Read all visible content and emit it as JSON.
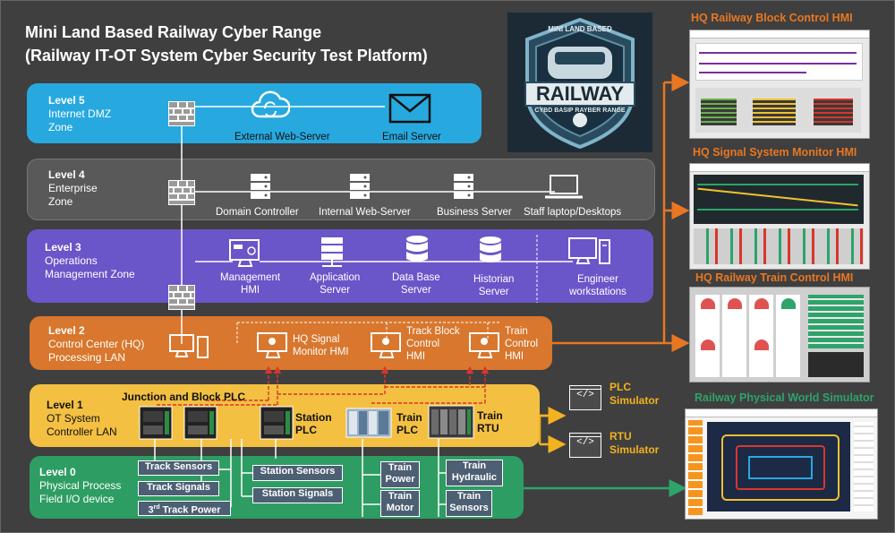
{
  "title": {
    "line1": "Mini Land Based Railway Cyber Range",
    "line2": "(Railway IT-OT System Cyber Security Test Platform)"
  },
  "logo": {
    "top_text": "MINI LAND BASED",
    "main_text": "RAILWAY",
    "sub_text": "CYBD BASIP RAYBER RANGE"
  },
  "levels": {
    "l5": {
      "name": "Level 5",
      "desc1": "Internet DMZ",
      "desc2": "Zone",
      "items": {
        "web": "External Web-Server",
        "mail": "Email Server"
      }
    },
    "l4": {
      "name": "Level 4",
      "desc1": "Enterprise",
      "desc2": "Zone",
      "items": {
        "dc": "Domain Controller",
        "iweb": "Internal Web-Server",
        "biz": "Business Server",
        "staff": "Staff laptop/Desktops"
      }
    },
    "l3": {
      "name": "Level 3",
      "desc1": "Operations",
      "desc2": "Management Zone",
      "items": {
        "mgmt1": "Management",
        "mgmt2": "HMI",
        "app1": "Application",
        "app2": "Server",
        "db1": "Data Base",
        "db2": "Server",
        "hist1": "Historian",
        "hist2": "Server",
        "eng1": "Engineer",
        "eng2": "workstations"
      }
    },
    "l2": {
      "name": "Level 2",
      "desc1": "Control Center (HQ)",
      "desc2": "Processing LAN",
      "items": {
        "sig1": "HQ Signal",
        "sig2": "Monitor HMI",
        "tb1": "Track Block",
        "tb2": "Control",
        "tb3": "HMI",
        "tc1": "Train",
        "tc2": "Control",
        "tc3": "HMI"
      }
    },
    "l1": {
      "name": "Level 1",
      "desc1": "OT System",
      "desc2": "Controller LAN",
      "items": {
        "jb": "Junction and Block  PLC",
        "st1": "Station",
        "st2": "PLC",
        "tp1": "Train",
        "tp2": "PLC",
        "tr1": "Train",
        "tr2": "RTU"
      }
    },
    "l0": {
      "name": "Level 0",
      "desc1": "Physical Process",
      "desc2": "Field I/O device",
      "boxes": {
        "ts": "Track Sensors",
        "tsig": "Track Signals",
        "tpow": "3rd Track Power",
        "ss": "Station Sensors",
        "ssig": "Station Signals",
        "tpw1": "Train",
        "tpw2": "Power",
        "tm1": "Train",
        "tm2": "Motor",
        "th1": "Train",
        "th2": "Hydraulic",
        "tsn1": "Train",
        "tsn2": "Sensors"
      }
    }
  },
  "simulators": {
    "plc1": "PLC",
    "plc2": "Simulator",
    "rtu1": "RTU",
    "rtu2": "Simulator",
    "code_glyph": "</>"
  },
  "hmis": {
    "block": "HQ Railway Block Control HMI",
    "signal": "HQ Signal System Monitor HMI",
    "train": "HQ Railway Train Control HMI",
    "physical": "Railway Physical World Simulator"
  },
  "colors": {
    "l5": "#27a9df",
    "l4": "#595959",
    "l3": "#6a55c9",
    "l2": "#d8772d",
    "l1": "#f3c042",
    "l0": "#2e9d63",
    "arrow_orange": "#e87722",
    "arrow_yellow": "#f3b21f",
    "arrow_green": "#2ea36a",
    "link_red": "#d9362b"
  }
}
